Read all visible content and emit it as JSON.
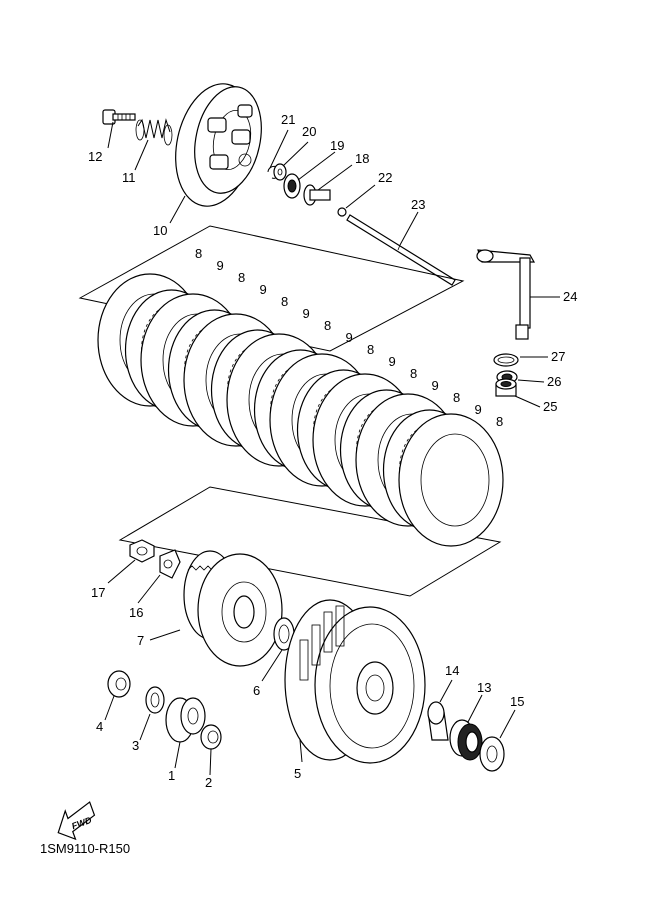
{
  "diagram_code": "1SM9110-R150",
  "fwd_label": "FWD",
  "callouts": [
    {
      "id": "c1",
      "label": "1"
    },
    {
      "id": "c2",
      "label": "2"
    },
    {
      "id": "c3",
      "label": "3"
    },
    {
      "id": "c4",
      "label": "4"
    },
    {
      "id": "c5",
      "label": "5"
    },
    {
      "id": "c6",
      "label": "6"
    },
    {
      "id": "c7",
      "label": "7"
    },
    {
      "id": "c10",
      "label": "10"
    },
    {
      "id": "c11",
      "label": "11"
    },
    {
      "id": "c12",
      "label": "12"
    },
    {
      "id": "c13",
      "label": "13"
    },
    {
      "id": "c14",
      "label": "14"
    },
    {
      "id": "c15",
      "label": "15"
    },
    {
      "id": "c16",
      "label": "16"
    },
    {
      "id": "c17",
      "label": "17"
    },
    {
      "id": "c18",
      "label": "18"
    },
    {
      "id": "c19",
      "label": "19"
    },
    {
      "id": "c20",
      "label": "20"
    },
    {
      "id": "c21",
      "label": "21"
    },
    {
      "id": "c22",
      "label": "22"
    },
    {
      "id": "c23",
      "label": "23"
    },
    {
      "id": "c24",
      "label": "24"
    },
    {
      "id": "c25",
      "label": "25"
    },
    {
      "id": "c26",
      "label": "26"
    },
    {
      "id": "c27",
      "label": "27"
    }
  ],
  "plate_labels": [
    "8",
    "9",
    "8",
    "9",
    "8",
    "9",
    "8",
    "9",
    "8",
    "9",
    "8",
    "9",
    "8",
    "9",
    "8"
  ]
}
